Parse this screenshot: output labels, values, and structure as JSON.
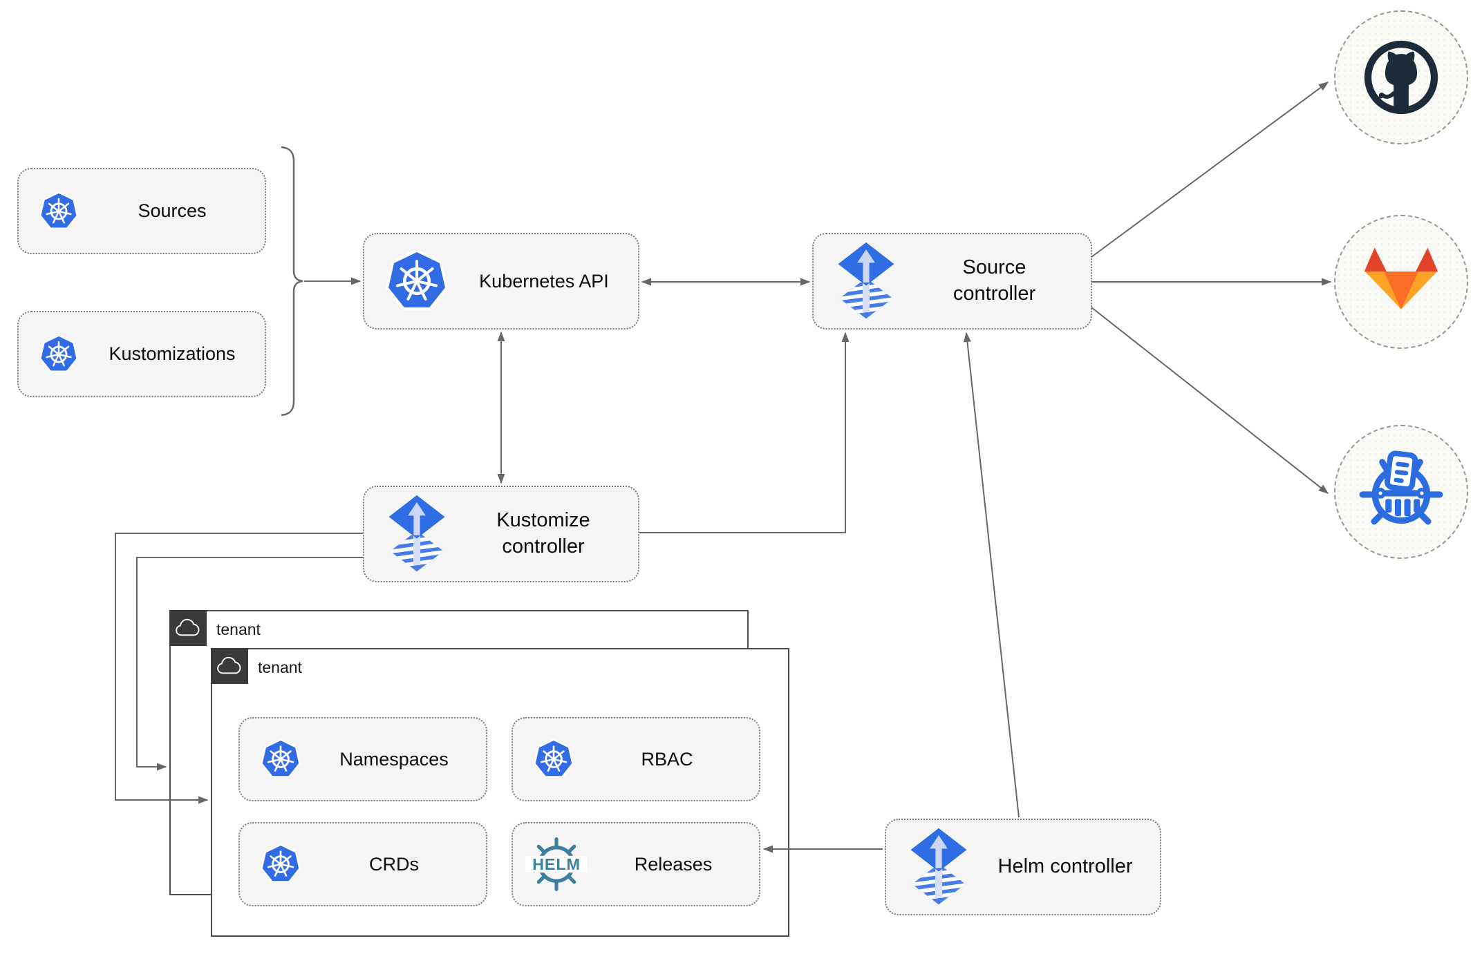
{
  "nodes": {
    "sources": {
      "label": "Sources",
      "icon": "kubernetes-icon"
    },
    "kustomizations": {
      "label": "Kustomizations",
      "icon": "kubernetes-icon"
    },
    "kubernetes_api": {
      "label": "Kubernetes API",
      "icon": "kubernetes-icon"
    },
    "source_controller": {
      "label": "Source controller",
      "icon": "flux-icon"
    },
    "kustomize_controller": {
      "label": "Kustomize controller",
      "icon": "flux-icon"
    },
    "helm_controller": {
      "label": "Helm controller",
      "icon": "flux-icon"
    },
    "tenant_back": {
      "label": "tenant",
      "icon": "cloud-icon"
    },
    "tenant_front": {
      "label": "tenant",
      "icon": "cloud-icon"
    },
    "namespaces": {
      "label": "Namespaces",
      "icon": "kubernetes-icon"
    },
    "rbac": {
      "label": "RBAC",
      "icon": "kubernetes-icon"
    },
    "crds": {
      "label": "CRDs",
      "icon": "kubernetes-icon"
    },
    "releases": {
      "label": "Releases",
      "icon": "helm-icon",
      "logo_text": "HELM"
    },
    "github": {
      "icon": "github-icon"
    },
    "gitlab": {
      "icon": "gitlab-icon"
    },
    "chart_repository": {
      "icon": "chartmuseum-icon"
    }
  },
  "edges": [
    {
      "from": "sources_and_kustomizations_bracket",
      "to": "kubernetes_api",
      "type": "arrow"
    },
    {
      "from": "kubernetes_api",
      "to": "source_controller",
      "type": "double-arrow"
    },
    {
      "from": "kubernetes_api",
      "to": "kustomize_controller",
      "type": "double-arrow"
    },
    {
      "from": "kustomize_controller",
      "to": "source_controller",
      "type": "arrow"
    },
    {
      "from": "helm_controller",
      "to": "source_controller",
      "type": "arrow"
    },
    {
      "from": "kustomize_controller",
      "to": "tenant_front",
      "type": "arrow"
    },
    {
      "from": "kustomize_controller",
      "to": "tenant_back",
      "type": "arrow"
    },
    {
      "from": "helm_controller",
      "to": "releases",
      "type": "arrow"
    },
    {
      "from": "source_controller",
      "to": "github",
      "type": "arrow"
    },
    {
      "from": "source_controller",
      "to": "gitlab",
      "type": "arrow"
    },
    {
      "from": "source_controller",
      "to": "chart_repository",
      "type": "arrow"
    }
  ],
  "colors": {
    "line": "#676767",
    "node_bg": "#f5f5f5",
    "node_border": "#7a7a7a",
    "kubernetes_blue": "#326ce5",
    "flux_blue": "#2f6de4",
    "flux_arrow_light": "#ccd8f3",
    "flux_wave_blue": "#477be6",
    "github_dark": "#1b2b3a",
    "gitlab_dark_orange": "#e24329",
    "gitlab_orange": "#fc6d26",
    "gitlab_light_orange": "#fca326",
    "chartmuseum_blue": "#2b6de0",
    "helm_teal": "#3c7f9e",
    "tenant_tab_bg": "#3a3a3a",
    "tenant_border": "#4d4d4d"
  }
}
